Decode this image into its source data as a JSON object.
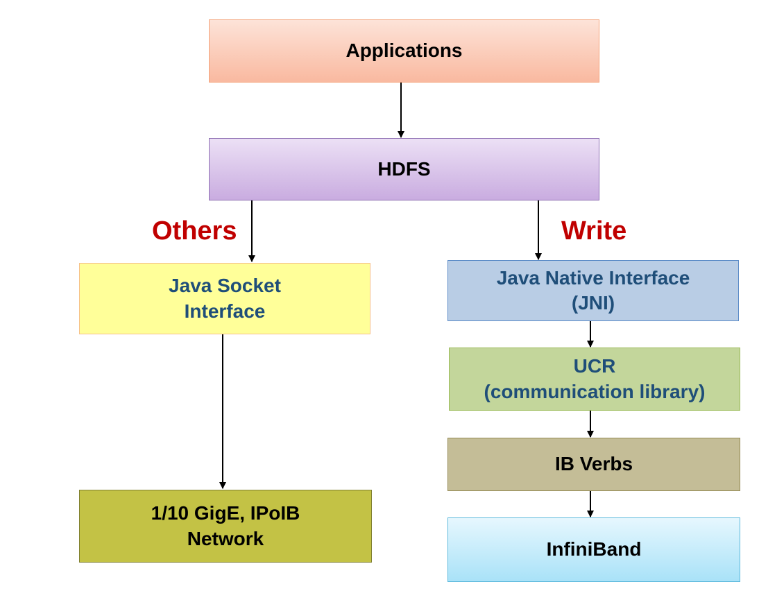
{
  "nodes": {
    "applications": {
      "lines": [
        "Applications"
      ]
    },
    "hdfs": {
      "lines": [
        "HDFS"
      ]
    },
    "java_socket": {
      "lines": [
        "Java Socket",
        "Interface"
      ]
    },
    "jni": {
      "lines": [
        "Java Native Interface",
        "(JNI)"
      ]
    },
    "ucr": {
      "lines": [
        "UCR",
        "(communication library)"
      ]
    },
    "ib_verbs": {
      "lines": [
        "IB Verbs"
      ]
    },
    "network": {
      "lines": [
        "1/10 GigE, IPoIB",
        "Network"
      ]
    },
    "infiniband": {
      "lines": [
        "InfiniBand"
      ]
    }
  },
  "path_labels": {
    "others": "Others",
    "write": "Write"
  },
  "edges": [
    {
      "from": "Applications",
      "to": "HDFS"
    },
    {
      "from": "HDFS",
      "to": "Java Socket Interface",
      "label": "Others"
    },
    {
      "from": "HDFS",
      "to": "Java Native Interface (JNI)",
      "label": "Write"
    },
    {
      "from": "Java Socket Interface",
      "to": "1/10 GigE, IPoIB Network"
    },
    {
      "from": "Java Native Interface (JNI)",
      "to": "UCR (communication library)"
    },
    {
      "from": "UCR (communication library)",
      "to": "IB Verbs"
    },
    {
      "from": "IB Verbs",
      "to": "InfiniBand"
    }
  ],
  "colors": {
    "arrow": "#000000",
    "path_label": "#c00000",
    "blue_text": "#1f4e79"
  }
}
